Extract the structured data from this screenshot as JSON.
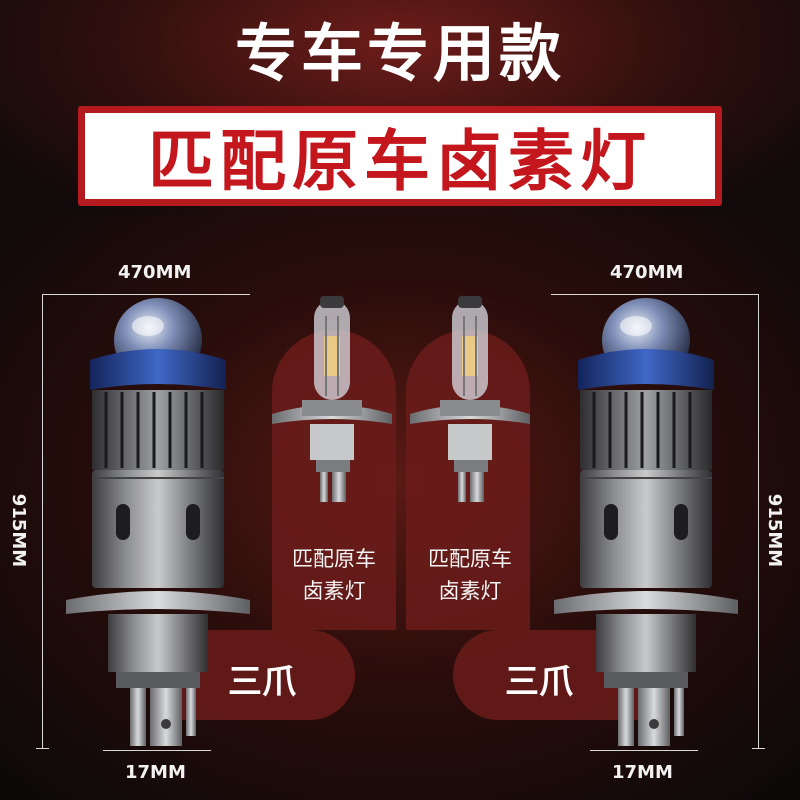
{
  "header": {
    "headline": "专车专用款",
    "banner": "匹配原车卤素灯"
  },
  "dimensions": {
    "left_width": "470MM",
    "right_width": "470MM",
    "left_height": "915MM",
    "right_height": "915MM",
    "left_base": "17MM",
    "right_base": "17MM"
  },
  "halogen": {
    "left_caption_line1": "匹配原车",
    "left_caption_line2": "卤素灯",
    "right_caption_line1": "匹配原车",
    "right_caption_line2": "卤素灯"
  },
  "labels": {
    "left_claw": "三爪",
    "right_claw": "三爪"
  },
  "colors": {
    "banner_border": "#b51a1e",
    "banner_text": "#c4161d",
    "accent_blue": "#2a4ea8",
    "pill": "#6b1c1a"
  }
}
